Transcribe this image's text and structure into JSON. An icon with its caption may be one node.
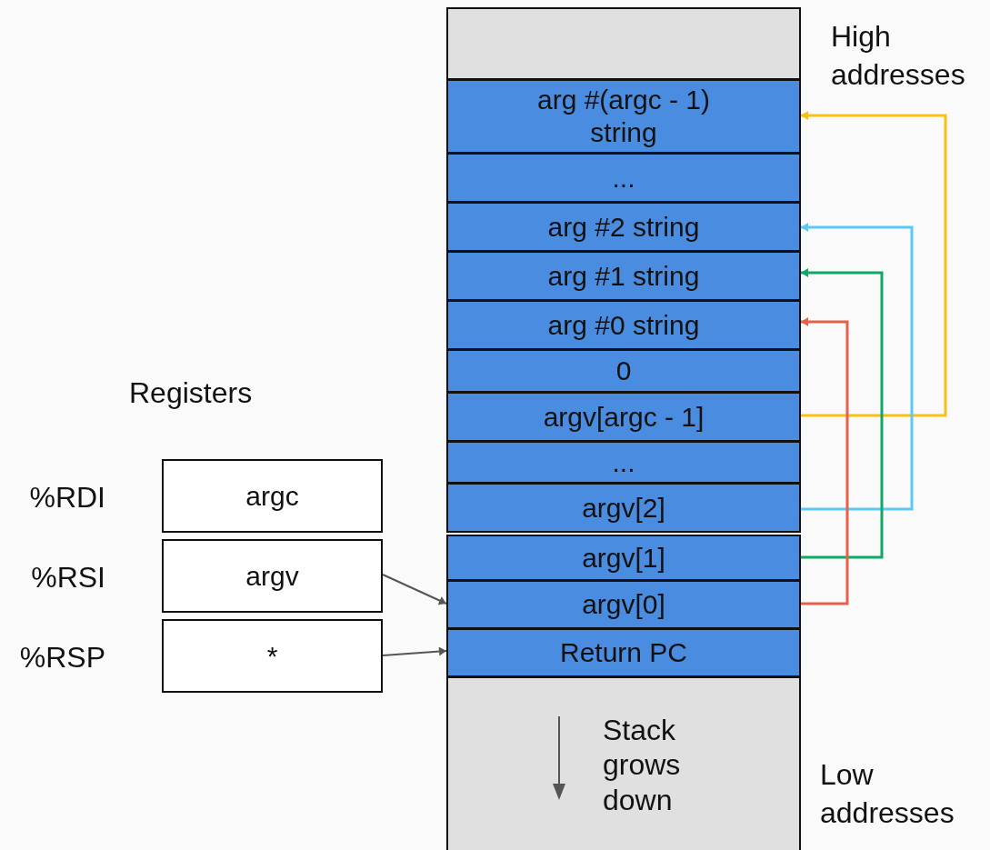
{
  "diagram": {
    "nodes": [
      {
        "text": [],
        "shape": "box"
      },
      {
        "text": [
          "arg #(argc - 1) string"
        ]
      },
      {
        "text": [
          "..."
        ]
      },
      {
        "text": [
          "arg #2 string"
        ]
      },
      {
        "text": [
          "arg #1 string"
        ]
      },
      {
        "text": [
          "arg #0 string"
        ]
      },
      {
        "text": [
          "0"
        ]
      },
      {
        "text": [
          "argv[argc - 1]"
        ]
      },
      {
        "text": [
          "..."
        ]
      },
      {
        "text": [
          "argv[2]"
        ]
      },
      {
        "text": [
          "argv[1]"
        ]
      },
      {
        "text": [
          "argv[0]"
        ]
      },
      {
        "text": [
          "Return PC"
        ]
      },
      {
        "text": [
          "Stack grows down"
        ]
      },
      {
        "text": [
          "argc"
        ],
        "beside": [
          "%RDI"
        ]
      },
      {
        "text": [
          "argv"
        ],
        "beside": [
          "%RSI"
        ]
      },
      {
        "text": [
          "*"
        ],
        "beside": [
          "%RSP"
        ]
      }
    ],
    "edges": [
      {
        "from": 7,
        "to": 1,
        "arrow": "to",
        "color": "#f9c00f"
      },
      {
        "from": 9,
        "to": 3,
        "arrow": "to",
        "color": "#5bc8f5"
      },
      {
        "from": 10,
        "to": 4,
        "arrow": "to",
        "color": "#0ea867"
      },
      {
        "from": 11,
        "to": 5,
        "arrow": "to",
        "color": "#e8604c"
      },
      {
        "from": 15,
        "to": 11,
        "arrow": "to",
        "color": "#555555"
      },
      {
        "from": 16,
        "to": 12,
        "arrow": "to",
        "color": "#555555"
      }
    ],
    "labels": [
      "High addresses",
      "Registers",
      "Low addresses"
    ]
  }
}
